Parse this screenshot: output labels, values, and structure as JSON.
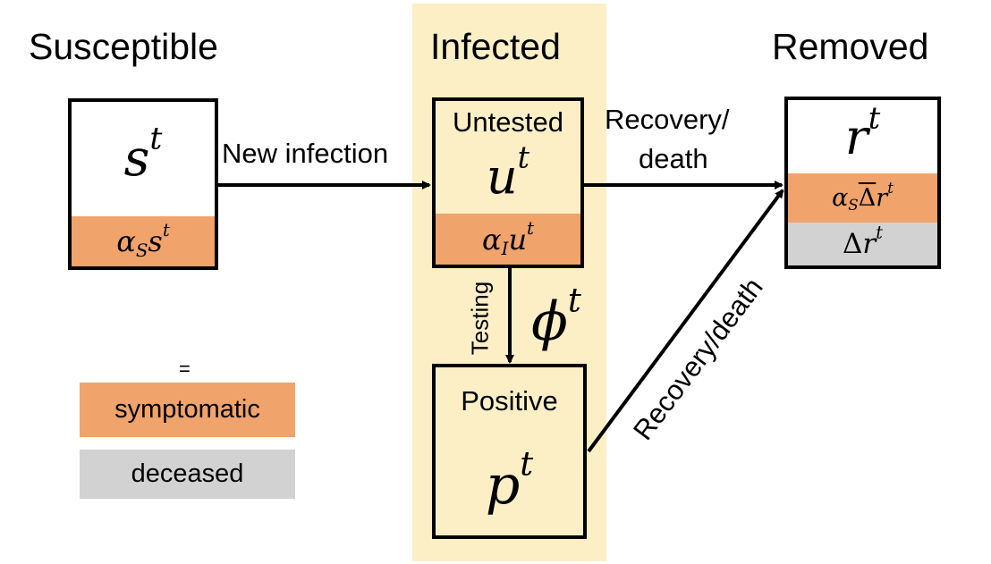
{
  "columns": {
    "susceptible": "Susceptible",
    "infected": "Infected",
    "removed": "Removed"
  },
  "boxes": {
    "s": {
      "var": "s",
      "sup": "t",
      "sym_coef": "α",
      "sym_sub": "S",
      "sym_var": "s",
      "sym_sup": "t"
    },
    "u": {
      "title": "Untested",
      "var": "u",
      "sup": "t",
      "sym_coef": "α",
      "sym_sub": "I",
      "sym_var": "u",
      "sym_sup": "t"
    },
    "p": {
      "title": "Positive",
      "var": "p",
      "sup": "t"
    },
    "r": {
      "var": "r",
      "sup": "t",
      "sym_coef": "α",
      "sym_sub": "S",
      "sym_delta": "Δ",
      "sym_var": "r",
      "sym_sup": "t",
      "dec_delta": "Δ",
      "dec_var": "r",
      "dec_sup": "t"
    }
  },
  "edges": {
    "new_infection": "New infection",
    "recovery_top_line1": "Recovery/",
    "recovery_top_line2": "death",
    "testing": "Testing",
    "phi": "ϕ",
    "phi_sup": "t",
    "recovery_diag": "Recovery/death"
  },
  "legend": {
    "eq": "=",
    "symptomatic": "symptomatic",
    "deceased": "deceased"
  },
  "colors": {
    "band": "#fdefc5",
    "symptomatic": "#f0a36b",
    "deceased": "#d2d2d2"
  }
}
